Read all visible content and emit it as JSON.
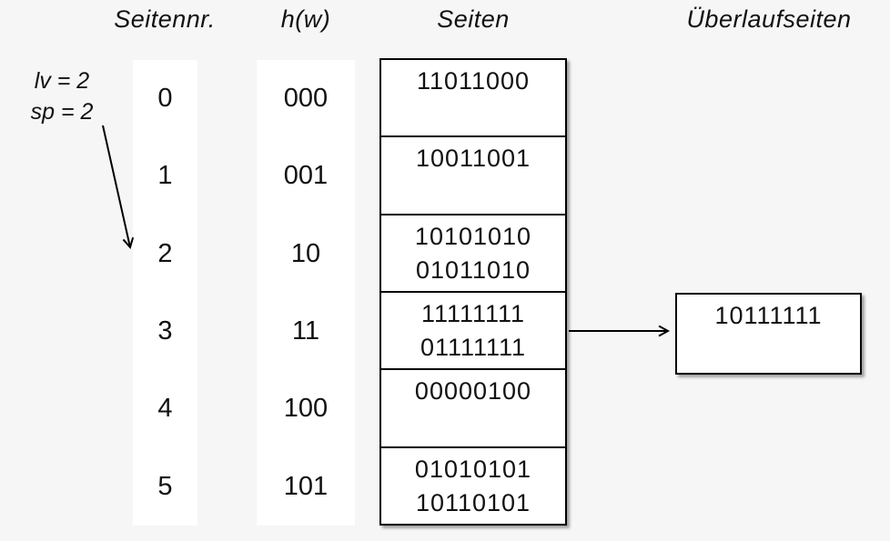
{
  "colors": {
    "background": "#f6f6f6",
    "panel": "#ffffff",
    "border": "#000000",
    "text": "#111111"
  },
  "headers": {
    "page_number": "Seitennr.",
    "hash_function": "h(w)",
    "pages": "Seiten",
    "overflow_pages": "Überlaufseiten"
  },
  "annotation": {
    "line1": "lv = 2",
    "line2": "sp = 2",
    "arrow_points_to_page": "2"
  },
  "rows": [
    {
      "page": "0",
      "hash": "000",
      "lines": [
        "11011000"
      ]
    },
    {
      "page": "1",
      "hash": "001",
      "lines": [
        "10011001"
      ]
    },
    {
      "page": "2",
      "hash": "10",
      "lines": [
        "10101010",
        "01011010"
      ]
    },
    {
      "page": "3",
      "hash": "11",
      "lines": [
        "11111111",
        "01111111"
      ]
    },
    {
      "page": "4",
      "hash": "100",
      "lines": [
        "00000100"
      ]
    },
    {
      "page": "5",
      "hash": "101",
      "lines": [
        "01010101",
        "10110101"
      ]
    }
  ],
  "overflow": {
    "value": "10111111",
    "linked_from_page": "3"
  }
}
